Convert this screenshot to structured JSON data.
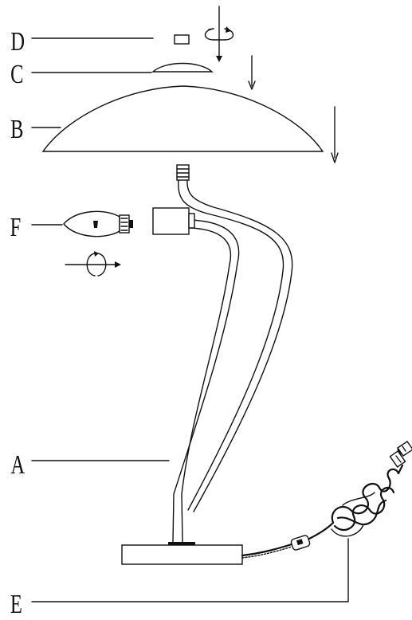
{
  "diagram": {
    "labels": {
      "a": "A",
      "b": "B",
      "c": "C",
      "d": "D",
      "e": "E",
      "f": "F"
    },
    "colors": {
      "ink": "#111111",
      "background": "#ffffff"
    },
    "icons": {
      "rotate_vertical": "rotate-arrow-icon",
      "rotate_horizontal": "rotate-arrow-icon",
      "down_arrow": "arrow-down-icon"
    }
  }
}
